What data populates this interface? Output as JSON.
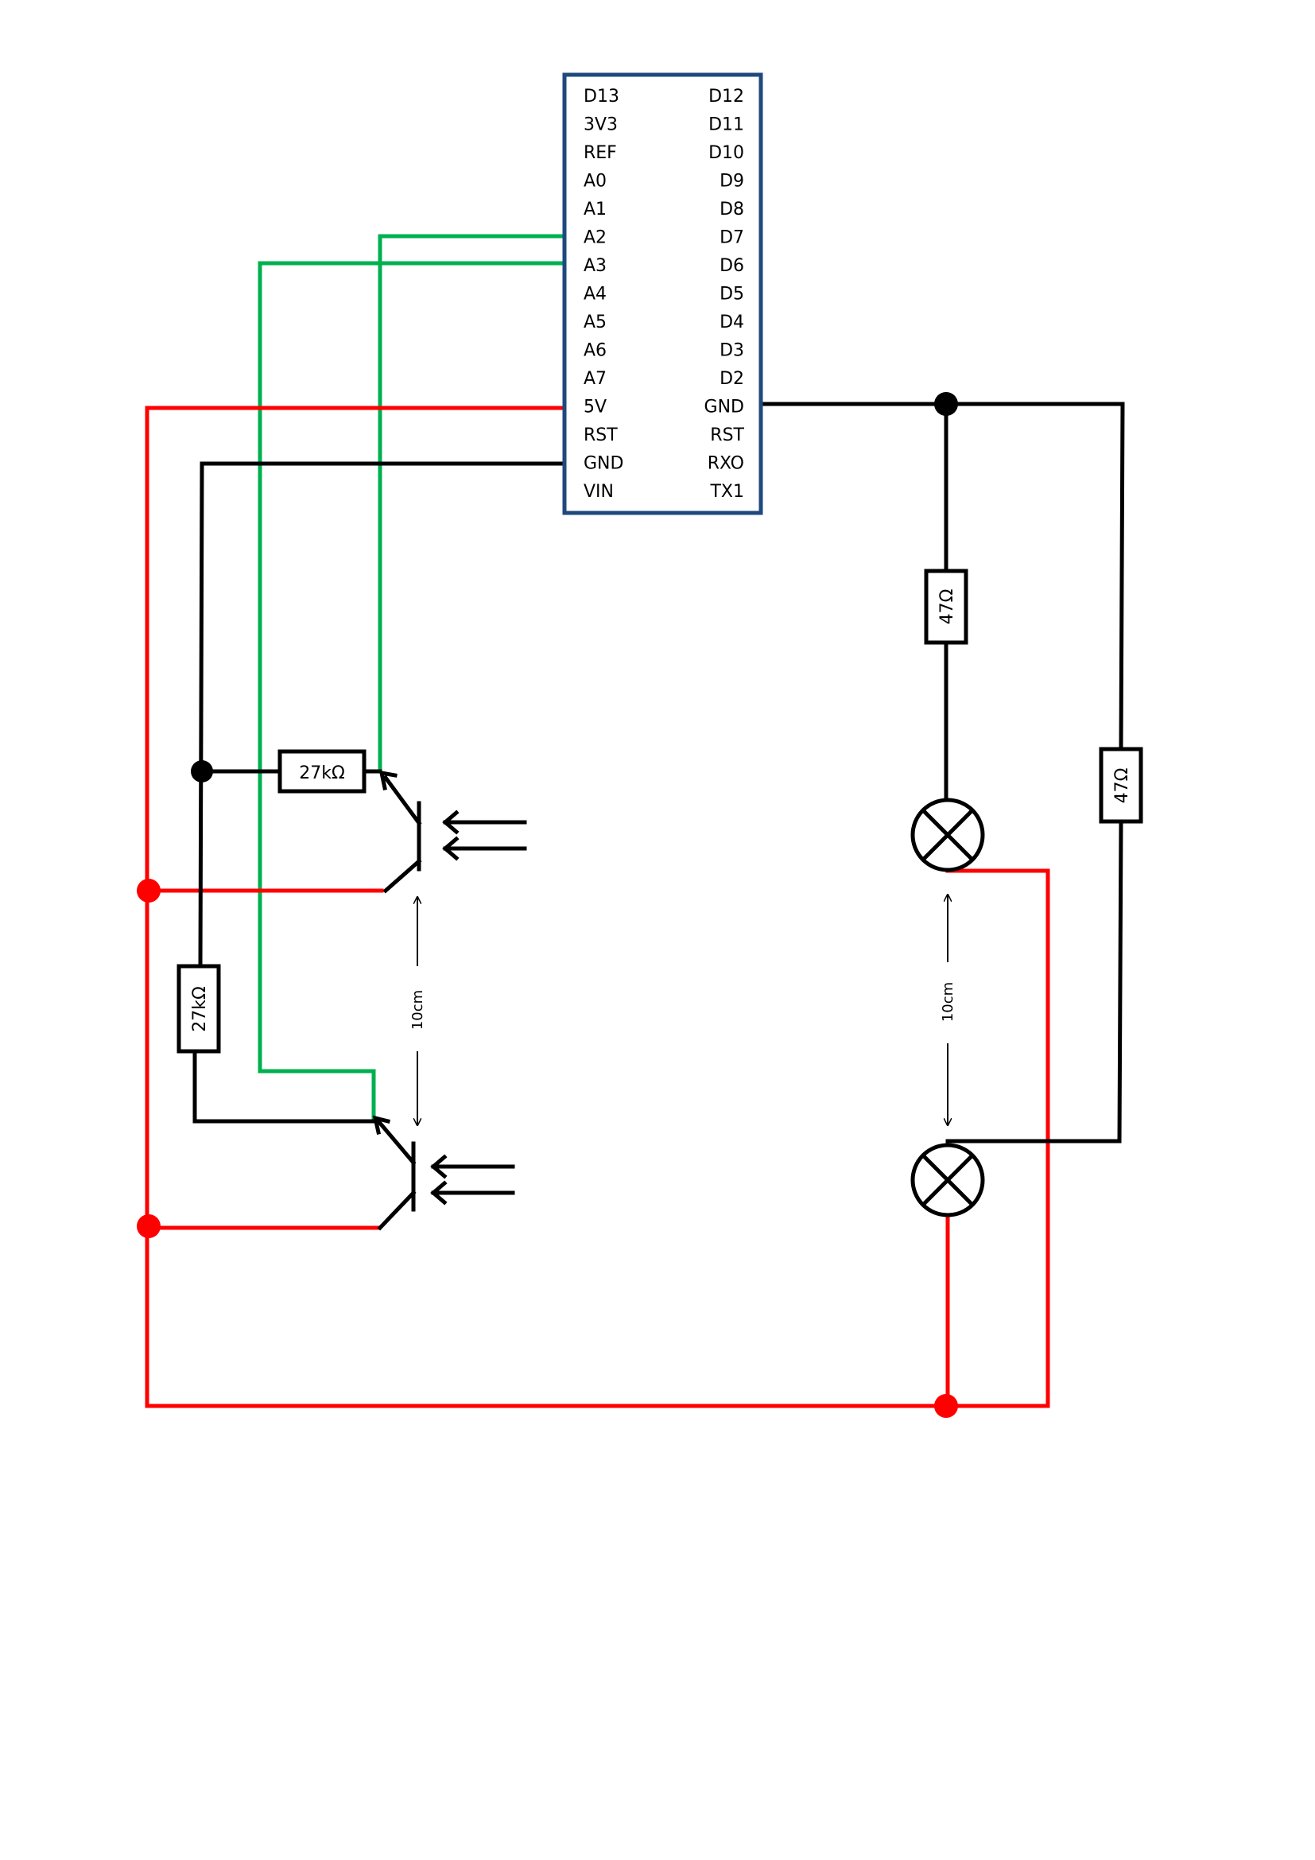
{
  "board": {
    "left_pins": [
      "D13",
      "3V3",
      "REF",
      "A0",
      "A1",
      "A2",
      "A3",
      "A4",
      "A5",
      "A6",
      "A7",
      "5V",
      "RST",
      "GND",
      "VIN"
    ],
    "right_pins": [
      "D12",
      "D11",
      "D10",
      "D9",
      "D8",
      "D7",
      "D6",
      "D5",
      "D4",
      "D3",
      "D2",
      "GND",
      "RST",
      "RXO",
      "TX1"
    ],
    "border_color": "#1f497d"
  },
  "resistors": {
    "top": "27kΩ",
    "left": "27kΩ",
    "led_vertical": "47Ω",
    "right_vertical": "47Ω"
  },
  "distances": {
    "sensors": "10cm",
    "lamps": "10cm"
  },
  "colors": {
    "power": "#ff0000",
    "ground": "#000000",
    "signal": "#00b050"
  }
}
